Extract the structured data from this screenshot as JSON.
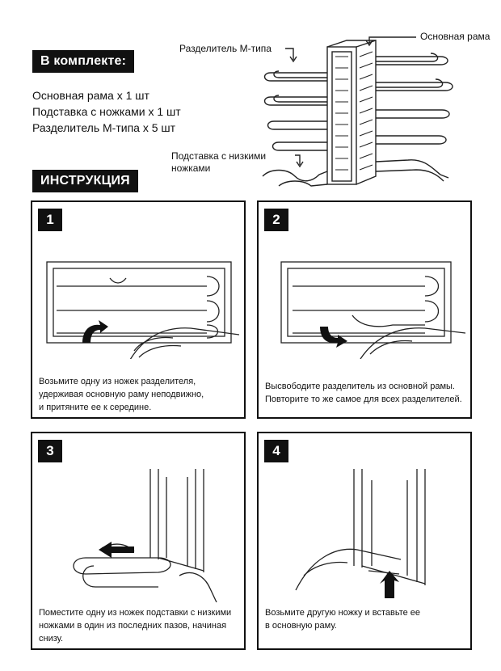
{
  "kit": {
    "header": "В комплекте:",
    "items": [
      "Основная рама x 1 шт",
      "Подставка с ножками x 1 шт",
      "Разделитель М-типа x 5 шт"
    ]
  },
  "diagram": {
    "label_divider": "Разделитель М-типа",
    "label_frame": "Основная рама",
    "label_stand_line1": "Подставка с низкими",
    "label_stand_line2": "ножками"
  },
  "instructions": {
    "header": "ИНСТРУКЦИЯ",
    "steps": [
      {
        "number": "1",
        "lines": [
          "Возьмите одну из ножек разделителя,",
          "удерживая основную раму неподвижно,",
          "и притяните ее к середине."
        ]
      },
      {
        "number": "2",
        "lines": [
          "Высвободите разделитель из основной рамы.",
          "Повторите то же самое для всех разделителей."
        ]
      },
      {
        "number": "3",
        "lines": [
          "Поместите одну из ножек подставки с низкими",
          "ножками в один из последних пазов, начиная",
          "снизу."
        ]
      },
      {
        "number": "4",
        "lines": [
          "Возьмите другую ножку и вставьте ее",
          "в основную раму."
        ]
      }
    ]
  }
}
